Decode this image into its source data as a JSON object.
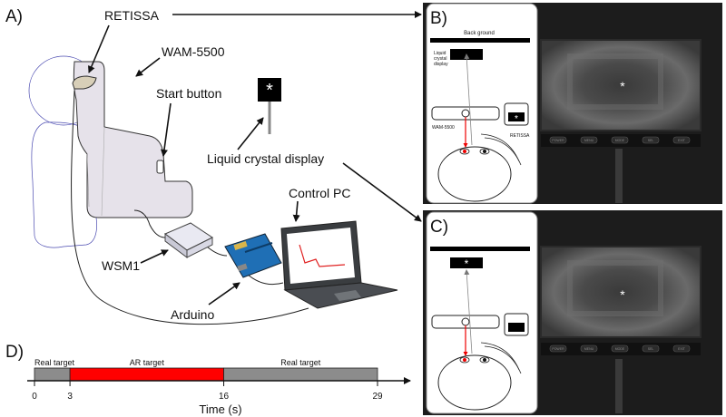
{
  "panel_a": {
    "letter": "A)",
    "labels": {
      "retissa": "RETISSA",
      "wam": "WAM-5500",
      "start_button": "Start button",
      "lcd": "Liquid crystal display",
      "control_pc": "Control PC",
      "wsm1": "WSM1",
      "arduino": "Arduino"
    },
    "lcd_symbol": "*"
  },
  "panel_b": {
    "letter": "B)",
    "background_label": "Back ground",
    "lcd_label_lines": [
      "Liquid",
      "crystal",
      "display"
    ],
    "wam_label": "WAM-5500",
    "retissa_label": "RETISSA",
    "star": "*"
  },
  "panel_c": {
    "letter": "C)",
    "star_lcd": "*",
    "star_photo": "*"
  },
  "panel_d": {
    "letter": "D)",
    "segments": [
      {
        "label": "Real target",
        "start": 0,
        "end": 3,
        "color": "#8c8c8c"
      },
      {
        "label": "AR target",
        "start": 3,
        "end": 16,
        "color": "#ff0000"
      },
      {
        "label": "Real target",
        "start": 16,
        "end": 29,
        "color": "#8c8c8c"
      }
    ],
    "ticks": [
      "0",
      "3",
      "16",
      "29"
    ],
    "axis_label": "Time (s)"
  },
  "photo_buttons": [
    "POWER",
    "MENU",
    "MODE",
    "SEL",
    "EXIT"
  ],
  "colors": {
    "red": "#ff0000",
    "gray_bar": "#8c8c8c",
    "device_fill": "#e6e2ea",
    "arduino_blue": "#1f6fb5",
    "laptop_dark": "#3a3d40",
    "photo_dark": "#1c1c1c"
  }
}
